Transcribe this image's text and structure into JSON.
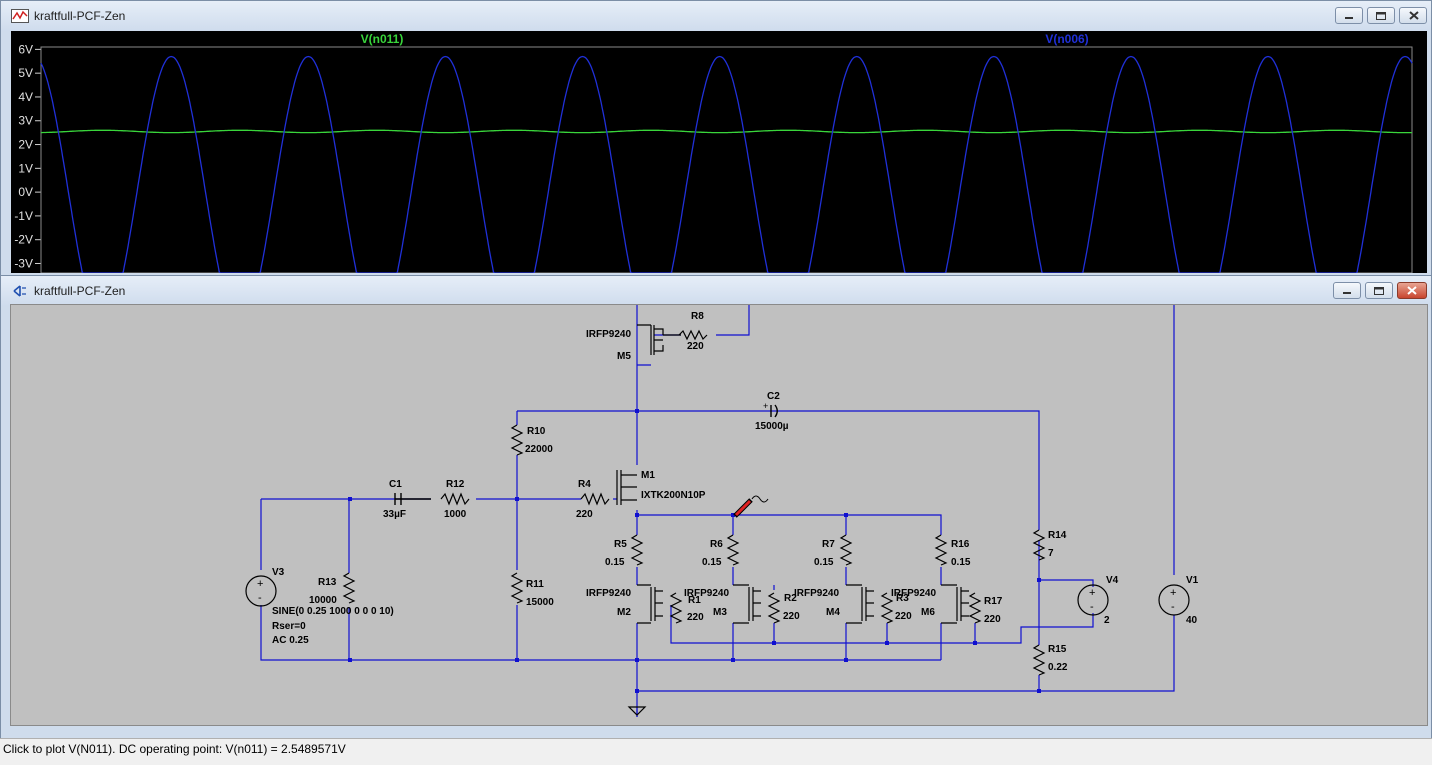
{
  "plot_window": {
    "title": "kraftfull-PCF-Zen",
    "traces": [
      {
        "name": "V(n011)",
        "color": "#39d53b"
      },
      {
        "name": "V(n006)",
        "color": "#2030d8"
      }
    ]
  },
  "schematic_window": {
    "title": "kraftfull-PCF-Zen"
  },
  "status_bar": {
    "text": "Click to plot V(N011).  DC operating point: V(n011) = 2.5489571V"
  },
  "chart_data": {
    "type": "line",
    "title": "",
    "xlabel": "",
    "ylabel": "",
    "ylim": [
      -3.4,
      6.1
    ],
    "y_ticks": [
      "6V",
      "5V",
      "4V",
      "3V",
      "2V",
      "1V",
      "0V",
      "-1V",
      "-2V",
      "-3V"
    ],
    "y_tick_values": [
      6,
      5,
      4,
      3,
      2,
      1,
      0,
      -1,
      -2,
      -3
    ],
    "grid": false,
    "background": "#000000",
    "series": [
      {
        "name": "V(n011)",
        "color": "#39d53b",
        "shape": "dc-with-ripple",
        "offset": 2.55,
        "amplitude": 0.05,
        "cycles": 10
      },
      {
        "name": "V(n006)",
        "color": "#2030d8",
        "shape": "sine",
        "offset": 0.0,
        "amplitude": 5.7,
        "cycles": 10
      }
    ]
  },
  "schematic": {
    "components": [
      {
        "ref": "C1",
        "value": "33µF"
      },
      {
        "ref": "R12",
        "value": "1000"
      },
      {
        "ref": "R13",
        "value": "10000"
      },
      {
        "ref": "V3",
        "value": "SINE(0 0.25 1000 0 0 0 10)",
        "extra": [
          "Rser=0",
          "AC 0.25"
        ]
      },
      {
        "ref": "R10",
        "value": "22000"
      },
      {
        "ref": "R11",
        "value": "15000"
      },
      {
        "ref": "R4",
        "value": "220"
      },
      {
        "ref": "M1",
        "value": "IXTK200N10P"
      },
      {
        "ref": "M5",
        "value": "IRFP9240"
      },
      {
        "ref": "R8",
        "value": "220"
      },
      {
        "ref": "C2",
        "value": "15000µ"
      },
      {
        "ref": "R5",
        "value": "0.15"
      },
      {
        "ref": "R6",
        "value": "0.15"
      },
      {
        "ref": "R7",
        "value": "0.15"
      },
      {
        "ref": "R16",
        "value": "0.15"
      },
      {
        "ref": "M2",
        "value": "IRFP9240"
      },
      {
        "ref": "M3",
        "value": "IRFP9240"
      },
      {
        "ref": "M4",
        "value": "IRFP9240"
      },
      {
        "ref": "M6",
        "value": "IRFP9240"
      },
      {
        "ref": "R1",
        "value": "220"
      },
      {
        "ref": "R2",
        "value": "220"
      },
      {
        "ref": "R3",
        "value": "220"
      },
      {
        "ref": "R17",
        "value": "220"
      },
      {
        "ref": "R14",
        "value": "7"
      },
      {
        "ref": "R15",
        "value": "0.22"
      },
      {
        "ref": "V4",
        "value": "2"
      },
      {
        "ref": "V1",
        "value": "40"
      }
    ]
  }
}
